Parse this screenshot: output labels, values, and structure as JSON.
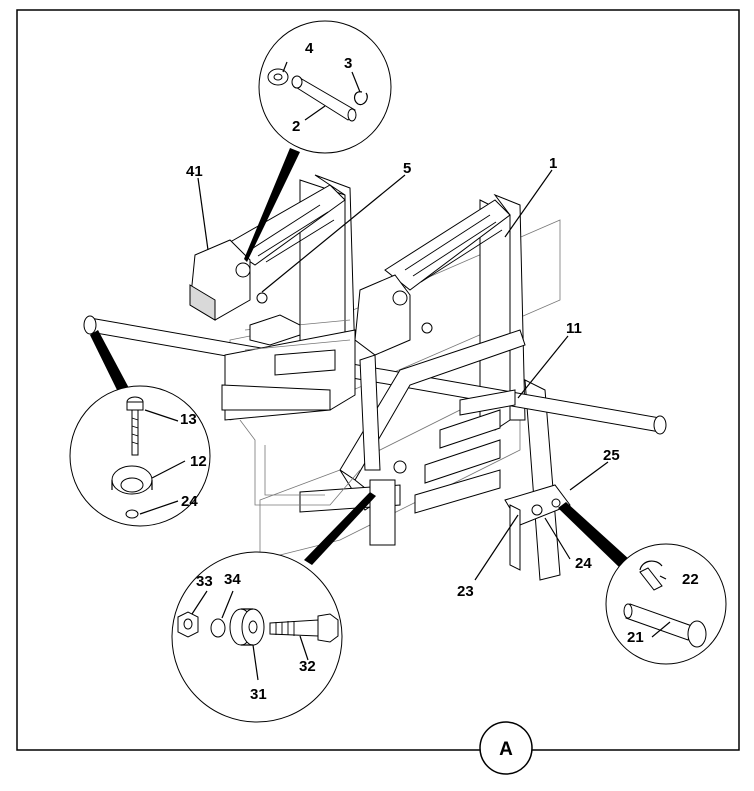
{
  "view_label": "A",
  "callouts": {
    "c1": "1",
    "c2": "2",
    "c3": "3",
    "c4": "4",
    "c5": "5",
    "c11": "11",
    "c12": "12",
    "c13": "13",
    "c21": "21",
    "c22": "22",
    "c23": "23",
    "c24a": "24",
    "c24b": "24",
    "c25": "25",
    "c31": "31",
    "c32": "32",
    "c33": "33",
    "c34": "34",
    "c41": "41"
  }
}
